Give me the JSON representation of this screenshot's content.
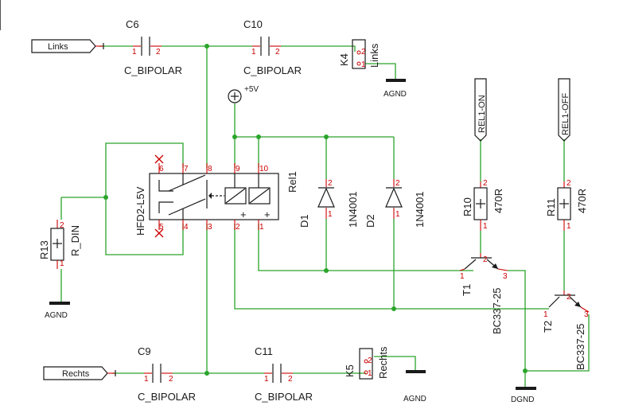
{
  "hierarchical_labels": {
    "links": "Links",
    "rechts": "Rechts"
  },
  "vertical_labels": {
    "rel_on": "REL1-ON",
    "rel_off": "REL1-OFF"
  },
  "power": {
    "vcc": "+5V",
    "agnd": "AGND",
    "dgnd": "DGND"
  },
  "capacitors": {
    "c6": {
      "ref": "C6",
      "value": "C_BIPOLAR"
    },
    "c10": {
      "ref": "C10",
      "value": "C_BIPOLAR"
    },
    "c9": {
      "ref": "C9",
      "value": "C_BIPOLAR"
    },
    "c11": {
      "ref": "C11",
      "value": "C_BIPOLAR"
    }
  },
  "connectors": {
    "k4": {
      "ref": "K4",
      "value": "Links"
    },
    "k5": {
      "ref": "K5",
      "value": "Rechts"
    }
  },
  "relay": {
    "ref": "Rel1",
    "value": "HFD2-L5V"
  },
  "diodes": {
    "d1": {
      "ref": "D1",
      "value": "1N4001"
    },
    "d2": {
      "ref": "D2",
      "value": "1N4001"
    }
  },
  "resistors": {
    "r10": {
      "ref": "R10",
      "value": "470R"
    },
    "r11": {
      "ref": "R11",
      "value": "470R"
    },
    "r13": {
      "ref": "R13",
      "value": "R_DIN"
    }
  },
  "transistors": {
    "t1": {
      "ref": "T1",
      "value": "BC337-25"
    },
    "t2": {
      "ref": "T2",
      "value": "BC337-25"
    }
  },
  "pin_numbers": {
    "p1": "1",
    "p2": "2",
    "p3": "3",
    "p4": "4",
    "p5": "5",
    "p6": "6",
    "p7": "7",
    "p8": "8",
    "p9": "9",
    "p10": "10"
  },
  "relay_coil_marks": {
    "plus": "+"
  }
}
